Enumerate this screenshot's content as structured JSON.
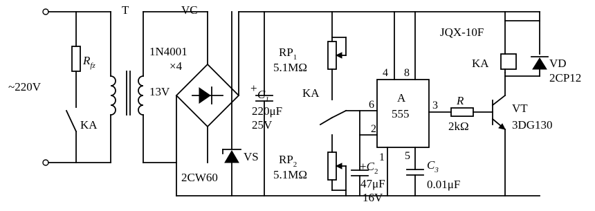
{
  "input": {
    "voltage": "~220V"
  },
  "resistor_rfz": {
    "name": "R",
    "sub": "fz"
  },
  "relay_contact_left": {
    "label": "KA"
  },
  "transformer": {
    "label": "T",
    "secondary": "13V"
  },
  "bridge": {
    "label": "VC",
    "diode_type": "1N4001",
    "count": "×4"
  },
  "zener_vs": {
    "label": "VS",
    "type": "2CW60"
  },
  "c1": {
    "name": "C",
    "sub": "1",
    "value": "220μF",
    "voltage": "25V"
  },
  "rp1": {
    "name": "RP",
    "sub": "1",
    "value": "5.1MΩ"
  },
  "relay_contact_mid": {
    "label": "KA"
  },
  "rp2": {
    "name": "RP",
    "sub": "2",
    "value": "5.1MΩ"
  },
  "c2": {
    "name": "C",
    "sub": "2",
    "value": "47μF",
    "voltage": "16V"
  },
  "ic": {
    "name": "A",
    "part": "555",
    "pins": [
      "4",
      "8",
      "6",
      "2",
      "3",
      "5",
      "1"
    ]
  },
  "c3": {
    "name": "C",
    "sub": "3",
    "value": "0.01μF"
  },
  "r": {
    "name": "R",
    "value": "2kΩ"
  },
  "relay": {
    "model": "JQX-10F",
    "coil": "KA"
  },
  "vd": {
    "label": "VD",
    "type": "2CP12"
  },
  "vt": {
    "label": "VT",
    "type": "3DG130"
  }
}
